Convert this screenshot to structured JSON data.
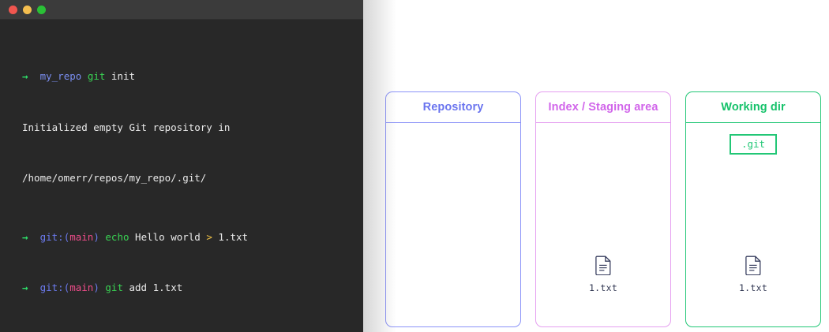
{
  "terminal": {
    "window_controls": [
      {
        "name": "close",
        "color": "#f1564f"
      },
      {
        "name": "minimize",
        "color": "#f4be4f"
      },
      {
        "name": "maximize",
        "color": "#2ac036"
      }
    ],
    "background": "#282828",
    "titlebar_background": "#3b3b3b",
    "lines": [
      {
        "id": "line1",
        "segments": [
          {
            "text": "→",
            "color": "green"
          },
          {
            "text": "  ",
            "color": "white"
          },
          {
            "text": "my_repo",
            "color": "dir"
          },
          {
            "text": " ",
            "color": "white"
          },
          {
            "text": "git",
            "color": "green"
          },
          {
            "text": " init",
            "color": "white"
          }
        ]
      },
      {
        "id": "line2",
        "segments": [
          {
            "text": "Initialized empty Git repository in",
            "color": "white"
          }
        ]
      },
      {
        "id": "line3",
        "segments": [
          {
            "text": "/home/omerr/repos/my_repo/.git/",
            "color": "white"
          }
        ]
      },
      {
        "id": "line4",
        "segments": [
          {
            "text": "→",
            "color": "green"
          },
          {
            "text": "  ",
            "color": "white"
          },
          {
            "text": "git:",
            "color": "blue"
          },
          {
            "text": "(",
            "color": "blue"
          },
          {
            "text": "main",
            "color": "pink"
          },
          {
            "text": ")",
            "color": "blue"
          },
          {
            "text": " ",
            "color": "white"
          },
          {
            "text": "echo",
            "color": "green"
          },
          {
            "text": " Hello world ",
            "color": "white"
          },
          {
            "text": ">",
            "color": "yellow"
          },
          {
            "text": " 1.txt",
            "color": "white"
          }
        ]
      },
      {
        "id": "line5",
        "segments": [
          {
            "text": "→",
            "color": "green"
          },
          {
            "text": "  ",
            "color": "white"
          },
          {
            "text": "git:",
            "color": "blue"
          },
          {
            "text": "(",
            "color": "blue"
          },
          {
            "text": "main",
            "color": "pink"
          },
          {
            "text": ")",
            "color": "blue"
          },
          {
            "text": " ",
            "color": "white"
          },
          {
            "text": "git",
            "color": "green"
          },
          {
            "text": " add 1.txt",
            "color": "white"
          }
        ]
      }
    ],
    "plain_text": [
      "→  my_repo git init",
      "Initialized empty Git repository in",
      "/home/omerr/repos/my_repo/.git/",
      "→  git:(main) echo Hello world > 1.txt",
      "→  git:(main) git add 1.txt"
    ]
  },
  "panels": [
    {
      "key": "repository",
      "title": "Repository",
      "accent": "#8b93f8",
      "title_color": "#6a74ef",
      "chip": null,
      "file": null
    },
    {
      "key": "index",
      "title": "Index / Staging area",
      "accent": "#e59ff0",
      "title_color": "#d165ea",
      "chip": null,
      "file": {
        "label": "1.txt",
        "icon": "file-icon"
      }
    },
    {
      "key": "working-dir",
      "title": "Working dir",
      "accent": "#22c776",
      "title_color": "#15c26a",
      "chip": {
        "label": ".git",
        "color": "#22c776"
      },
      "file": {
        "label": "1.txt",
        "icon": "file-icon"
      }
    }
  ]
}
